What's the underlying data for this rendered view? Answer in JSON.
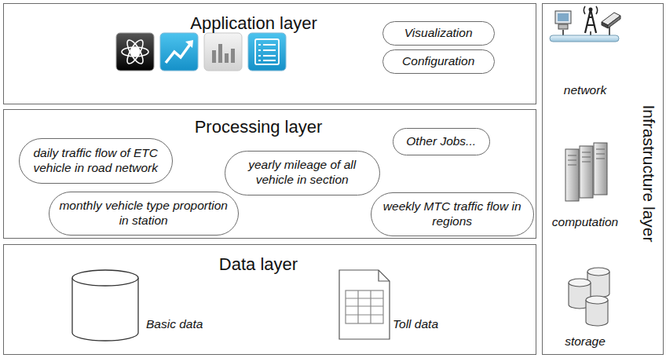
{
  "diagram": {
    "nodes": [
      {
        "text": [
          "Application layer"
        ]
      },
      {
        "text": [
          "Visualization"
        ],
        "in": 0
      },
      {
        "text": [
          "Configuration"
        ],
        "in": 0
      },
      {
        "text": [
          "Processing layer"
        ]
      },
      {
        "text": [
          "daily traffic flow of ETC vehicle in road network"
        ],
        "in": 3
      },
      {
        "text": [
          "yearly mileage of all vehicle in section"
        ],
        "in": 3
      },
      {
        "text": [
          "Other Jobs..."
        ],
        "in": 3
      },
      {
        "text": [
          "monthly vehicle type proportion in station"
        ],
        "in": 3
      },
      {
        "text": [
          "weekly MTC traffic flow in regions"
        ],
        "in": 3
      },
      {
        "text": [
          "Data layer"
        ]
      },
      {
        "text": [
          "Infrastructure layer"
        ]
      }
    ],
    "labels": [
      "Basic data",
      "Toll data",
      "network",
      "computation",
      "storage"
    ]
  }
}
